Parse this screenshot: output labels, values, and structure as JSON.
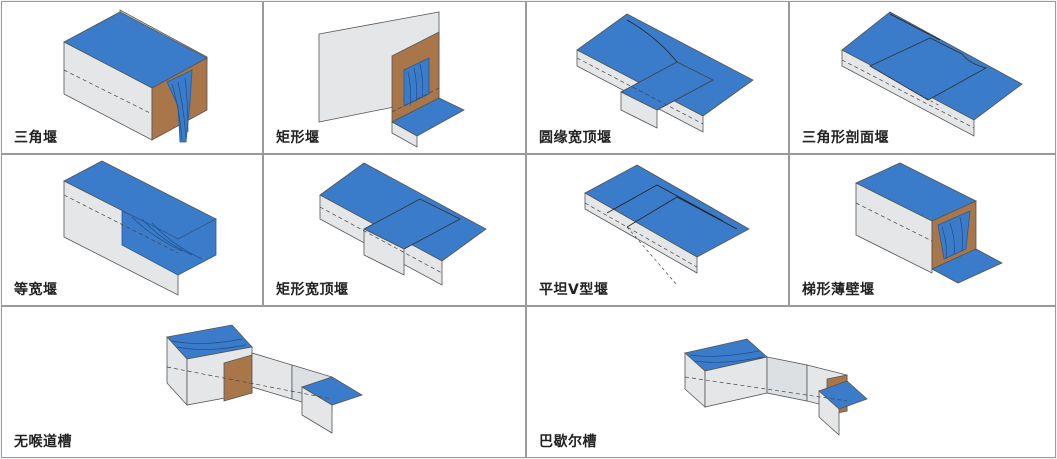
{
  "colors": {
    "water": "#3a7cc9",
    "wall": "#e4e6e8",
    "wall_dark": "#cfd2d5",
    "wood": "#a9764a",
    "edge": "#555555"
  },
  "panels": [
    {
      "id": "triangular-weir",
      "label": "三角堰"
    },
    {
      "id": "rectangular-weir",
      "label": "矩形堰"
    },
    {
      "id": "round-nose-broad-crested-weir",
      "label": "圆缘宽顶堰"
    },
    {
      "id": "triangular-profile-weir",
      "label": "三角形剖面堰"
    },
    {
      "id": "equal-width-weir",
      "label": "等宽堰"
    },
    {
      "id": "rectangular-broad-crested-weir",
      "label": "矩形宽顶堰"
    },
    {
      "id": "flat-v-weir",
      "label": "平坦V型堰"
    },
    {
      "id": "trapezoidal-thin-plate-weir",
      "label": "梯形薄壁堰"
    },
    {
      "id": "throatless-flume",
      "label": "无喉道槽"
    },
    {
      "id": "parshall-flume",
      "label": "巴歇尔槽"
    }
  ]
}
